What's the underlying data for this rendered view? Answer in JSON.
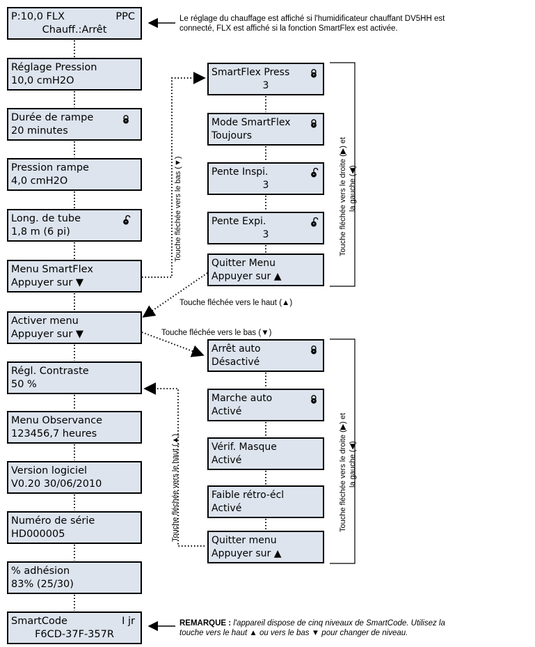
{
  "main_menu": [
    {
      "line1_left": "P:10,0  FLX",
      "line1_right": "PPC",
      "line2": "Chauff.:Arrêt"
    },
    {
      "line1": "Réglage Pression",
      "line2": "10,0 cmH2O"
    },
    {
      "line1": "Durée de rampe",
      "line2": "20 minutes",
      "lock": "locked-padlock-icon"
    },
    {
      "line1": "Pression rampe",
      "line2": " 4,0 cmH2O"
    },
    {
      "line1": "Long. de tube",
      "line2": "1,8 m (6 pi)",
      "lock": "unlocked-padlock-icon"
    },
    {
      "line1": "Menu SmartFlex",
      "line2": "Appuyer sur ▼"
    },
    {
      "line1": "Activer menu",
      "line2": "Appuyer sur ▼"
    },
    {
      "line1": "Régl. Contraste",
      "line2": " 50 %"
    },
    {
      "line1": "Menu Observance",
      "line2": "123456,7 heures"
    },
    {
      "line1": "Version logiciel",
      "line2": "V0.20 30/06/2010"
    },
    {
      "line1": "Numéro de série",
      "line2": "HD000005"
    },
    {
      "line1": "% adhésion",
      "line2": "  83% (25/30)"
    },
    {
      "line1_left": "SmartCode",
      "line1_right": "I jr",
      "line2": "F6CD-37F-357R"
    }
  ],
  "smartflex_menu": [
    {
      "line1": "SmartFlex Press",
      "line2": "3",
      "lock": "locked-padlock-icon"
    },
    {
      "line1": "Mode SmartFlex",
      "line2": "Toujours",
      "lock": "locked-padlock-icon"
    },
    {
      "line1": "Pente Inspi.",
      "line2": "3",
      "lock": "unlocked-padlock-icon"
    },
    {
      "line1": "Pente Expi.",
      "line2": "3",
      "lock": "unlocked-padlock-icon"
    },
    {
      "line1": "Quitter Menu",
      "line2": "Appuyer sur ▲"
    }
  ],
  "activate_menu": [
    {
      "line1": "Arrêt auto",
      "line2": "Désactivé",
      "lock": "locked-padlock-icon"
    },
    {
      "line1": "Marche auto",
      "line2": "Activé",
      "lock": "locked-padlock-icon"
    },
    {
      "line1": "Vérif. Masque",
      "line2": "Activé"
    },
    {
      "line1": "Faible rétro-écl",
      "line2": "Activé"
    },
    {
      "line1": "Quitter menu",
      "line2": "Appuyer sur ▲"
    }
  ],
  "notes": {
    "top_line1": "Le réglage du chauffage est affiché si l'humidificateur chauffant DV5HH est",
    "top_line2": "connecté, FLX est affiché si la fonction SmartFlex est activée.",
    "bottom_bold": "REMARQUE :",
    "bottom_line1": " l'appareil dispose de cinq niveaux de SmartCode. Utilisez la",
    "bottom_line2": "touche vers le haut ▲ ou vers le bas ▼ pour changer de niveau."
  },
  "labels": {
    "down_key_vertical": "Touche fléchée vers le bas (▼)",
    "up_key_vertical": "Touche fléchée vers le haut (▲)",
    "up_key_horizontal": "Touche fléchée vers le haut (▲)",
    "down_key_horizontal": "Touche fléchée vers le bas (▼)",
    "right_left_line1": "Touche fléchée vers le droite (▶) et",
    "right_left_line2": "la gauche (◀)"
  },
  "colors": {
    "box_fill": "#dde4ee",
    "border": "#000000"
  }
}
